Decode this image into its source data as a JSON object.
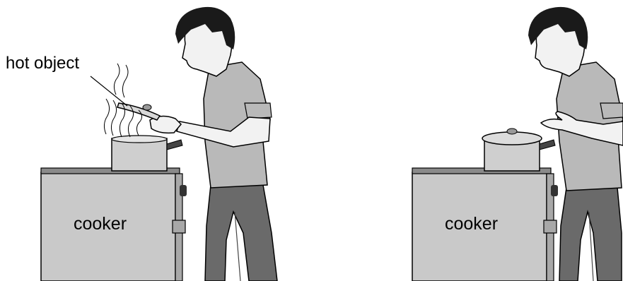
{
  "left_scene": {
    "annotation": "hot object",
    "cooker_label": "cooker"
  },
  "right_scene": {
    "cooker_label": "cooker"
  },
  "colors": {
    "cooker": "#c9c9c9",
    "shirt": "#b9b9b9",
    "trousers": "#6a6a6a",
    "pan": "#cfcfcf",
    "skin": "#f2f2f2",
    "hair": "#1a1a1a"
  }
}
